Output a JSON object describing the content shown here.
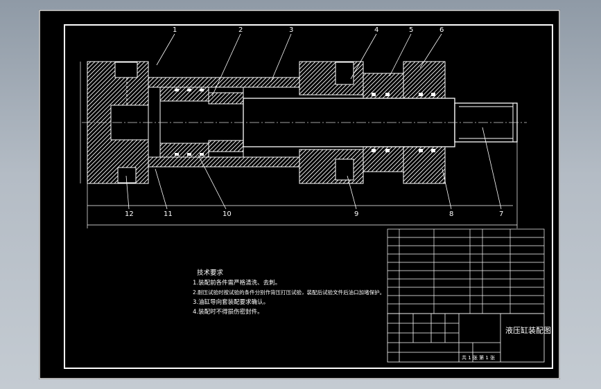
{
  "callouts": [
    "1",
    "2",
    "3",
    "4",
    "5",
    "6",
    "7",
    "8",
    "9",
    "10",
    "11",
    "12"
  ],
  "tech_requirements": {
    "title": "技术要求",
    "lines": [
      "1.装配前各件需严格清洗、去刺。",
      "2.耐压试验时按试验的条件分别作背压打压试验，装配后试验文件后油口加堵保护。",
      "3.油缸导向套装配要求确认。",
      "4.装配时不得损伤密封件。"
    ]
  },
  "title_block": {
    "drawing_title": "液压缸装配图",
    "sheet_label": "共 1 张 第 1 张"
  },
  "colors": {
    "background": "#000000",
    "line": "#ffffff",
    "accent": "#d4d4d4"
  }
}
